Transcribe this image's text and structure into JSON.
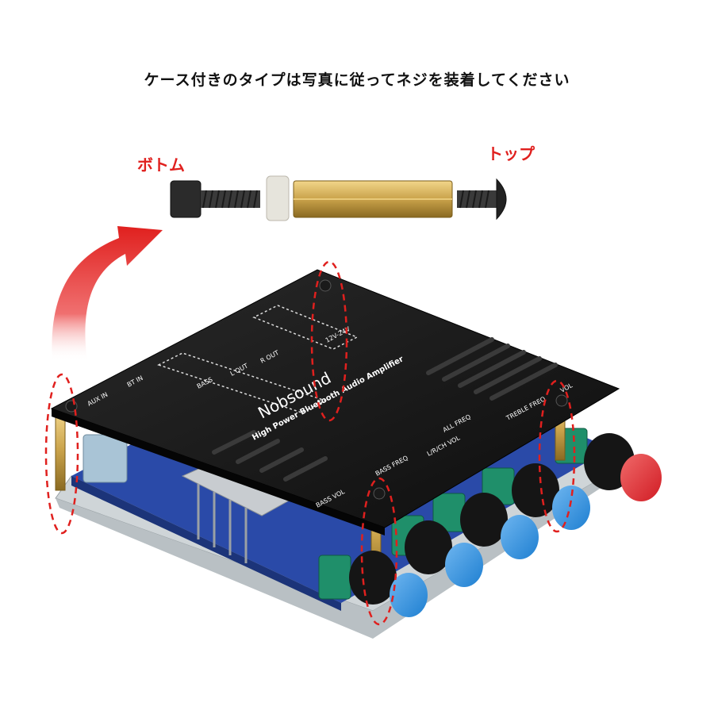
{
  "instruction": "ケース付きのタイプは写真に従ってネジを装着してください",
  "labels": {
    "bottom": "ボトム",
    "top": "トップ"
  },
  "board": {
    "brand": "Nobsound",
    "product": "High Power Bluetooth Audio Amplifier",
    "inputs": [
      "AUX IN",
      "BT IN"
    ],
    "speaker_outputs": [
      "BASS",
      "L OUT",
      "R OUT"
    ],
    "power": "12V-24V",
    "controls": [
      "BASS VOL",
      "BASS FREQ",
      "L/R/CH VOL",
      "ALL FREQ",
      "TREBLE FREQ",
      "VOL"
    ]
  },
  "colors": {
    "accent_red": "#e0201e",
    "panel_black": "#141414",
    "knob_blue": "#1e7fd1",
    "knob_red": "#d11c24",
    "brass": "#c9a24a",
    "pcb_blue": "#2a4aa8"
  },
  "icons": [
    "red-curved-arrow-icon",
    "screw-icon",
    "brass-standoff-icon",
    "nylon-washer-icon"
  ]
}
